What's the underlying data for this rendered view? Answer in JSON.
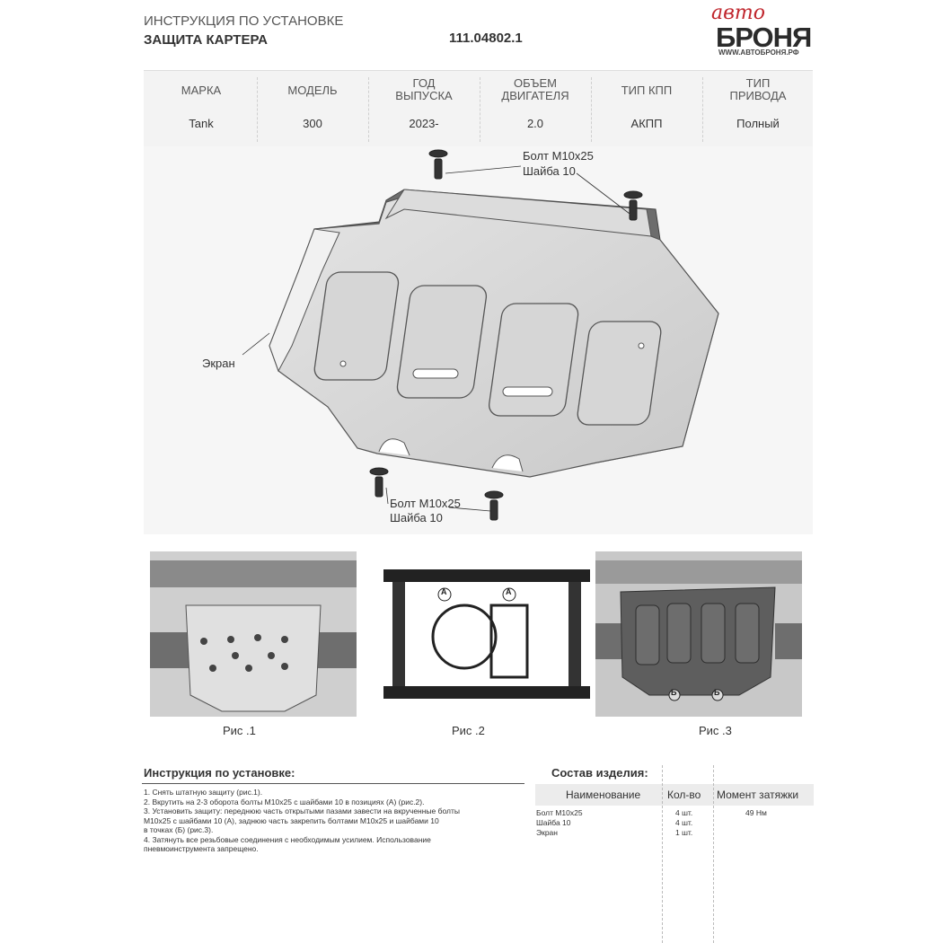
{
  "header": {
    "line1": "ИНСТРУКЦИЯ ПО УСТАНОВКЕ",
    "line2": "ЗАЩИТА КАРТЕРА",
    "doc_number": "111.04802.1"
  },
  "logo": {
    "top": "авто",
    "main": "БРОНЯ",
    "url": "WWW.АВТОБРОНЯ.РФ"
  },
  "spec_table": {
    "headers": [
      [
        "МАРКА"
      ],
      [
        "МОДЕЛЬ"
      ],
      [
        "ГОД",
        "ВЫПУСКА"
      ],
      [
        "ОБЪЕМ",
        "ДВИГАТЕЛЯ"
      ],
      [
        "ТИП КПП"
      ],
      [
        "ТИП",
        "ПРИВОДА"
      ]
    ],
    "values": [
      "Tank",
      "300",
      "2023-",
      "2.0",
      "АКПП",
      "Полный"
    ]
  },
  "diagram": {
    "top_bolt_l1": "Болт М10х25",
    "top_bolt_l2": "Шайба 10",
    "screen_label": "Экран",
    "bottom_bolt_l1": "Болт М10х25",
    "bottom_bolt_l2": "Шайба 10"
  },
  "photos": {
    "cap1": "Рис .1",
    "cap2": "Рис .2",
    "cap3": "Рис .3",
    "marker_a1": "A",
    "marker_a2": "A",
    "marker_b1": "Б",
    "marker_b2": "Б"
  },
  "instructions": {
    "title": "Инструкция по установке:",
    "lines": [
      "1. Снять штатную защиту (рис.1).",
      "2. Вкрутить на 2-3 оборота болты М10х25 с шайбами 10  в позициях (А) (рис.2).",
      "3. Установить защиту: переднюю часть открытыми пазами завести на вкрученные болты",
      "М10х25 с шайбами 10 (А), заднюю часть закрепить болтами М10х25 и шайбами 10",
      "в точках (Б) (рис.3).",
      "4. Затянуть все резьбовые соединения с необходимым усилием. Использование",
      "пневмоинструмента запрещено."
    ]
  },
  "composition": {
    "title": "Состав изделия:",
    "col_name": "Наименование",
    "col_qty": "Кол-во",
    "col_torque": "Момент затяжки",
    "rows": [
      {
        "name": "Болт М10х25",
        "qty": "4 шт.",
        "torque": "49 Нм"
      },
      {
        "name": "Шайба 10",
        "qty": "4 шт.",
        "torque": ""
      },
      {
        "name": "Экран",
        "qty": "1 шт.",
        "torque": ""
      }
    ]
  }
}
